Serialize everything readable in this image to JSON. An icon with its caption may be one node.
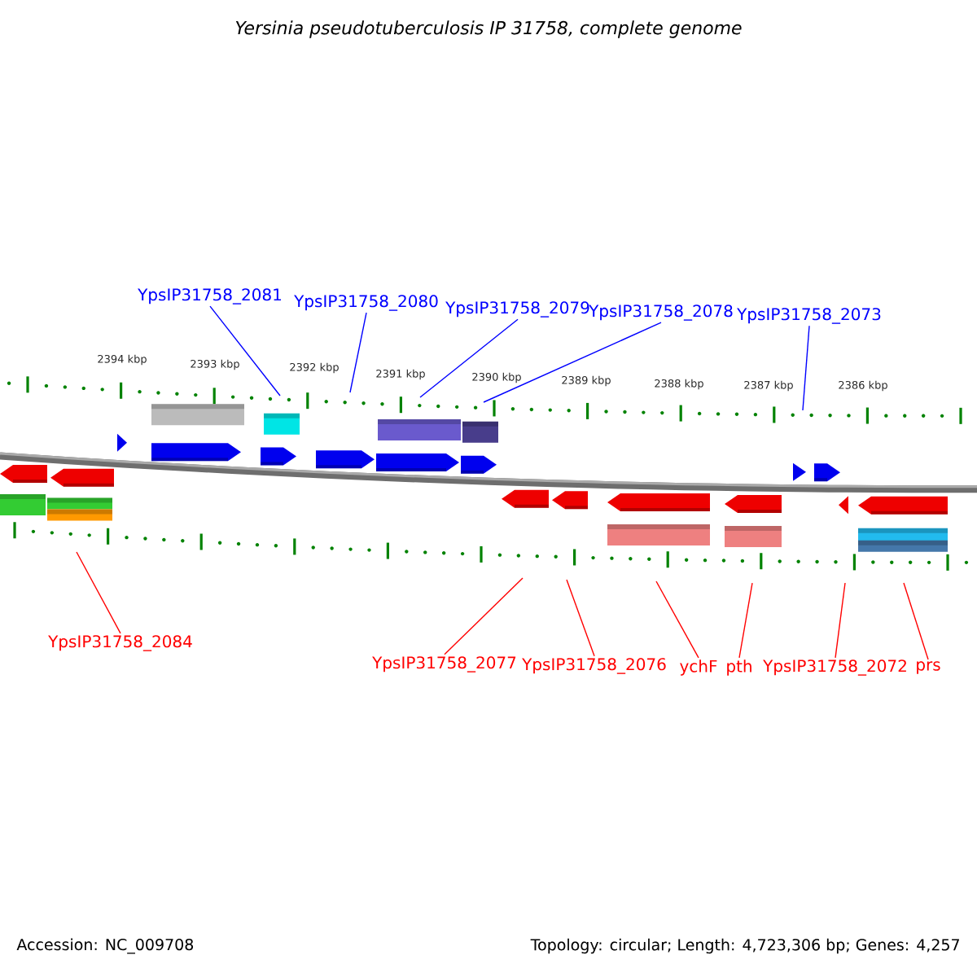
{
  "diagram": {
    "title": "Yersinia pseudotuberculosis IP 31758, complete genome",
    "nodes": [
      {
        "text": [
          "YpsIP31758_2081"
        ]
      },
      {
        "text": [
          "YpsIP31758_2080"
        ]
      },
      {
        "text": [
          "YpsIP31758_2079"
        ]
      },
      {
        "text": [
          "YpsIP31758_2078"
        ]
      },
      {
        "text": [
          "YpsIP31758_2073"
        ]
      },
      {
        "text": [
          "YpsIP31758_2084"
        ]
      },
      {
        "text": [
          "YpsIP31758_2077"
        ]
      },
      {
        "text": [
          "YpsIP31758_2076"
        ]
      },
      {
        "text": [
          "ychF"
        ]
      },
      {
        "text": [
          "pth"
        ]
      },
      {
        "text": [
          "YpsIP31758_2072"
        ]
      },
      {
        "text": [
          "prs"
        ]
      }
    ],
    "edges": [
      {
        "from": 0,
        "to": null,
        "arrow": "none",
        "color": "#0000ff"
      },
      {
        "from": 1,
        "to": null,
        "arrow": "none",
        "color": "#0000ff"
      },
      {
        "from": 2,
        "to": null,
        "arrow": "none",
        "color": "#0000ff"
      },
      {
        "from": 3,
        "to": null,
        "arrow": "none",
        "color": "#0000ff"
      },
      {
        "from": 4,
        "to": null,
        "arrow": "none",
        "color": "#0000ff"
      },
      {
        "from": 5,
        "to": null,
        "arrow": "none"
      },
      {
        "from": 6,
        "to": null,
        "arrow": "none"
      },
      {
        "from": 7,
        "to": null,
        "arrow": "none"
      },
      {
        "from": 8,
        "to": null,
        "arrow": "none"
      },
      {
        "from": 9,
        "to": null,
        "arrow": "none"
      },
      {
        "from": 10,
        "to": null,
        "arrow": "none"
      },
      {
        "from": 11,
        "to": null,
        "arrow": "none"
      }
    ],
    "labels": [
      "2394 kbp",
      "2393 kbp",
      "2392 kbp",
      "2391 kbp",
      "2390 kbp",
      "2389 kbp",
      "2388 kbp",
      "2387 kbp",
      "2386 kbp",
      "Accession: NC_009708",
      "Topology: circular; Length: 4,723,306 bp; Genes: 4,257"
    ]
  }
}
